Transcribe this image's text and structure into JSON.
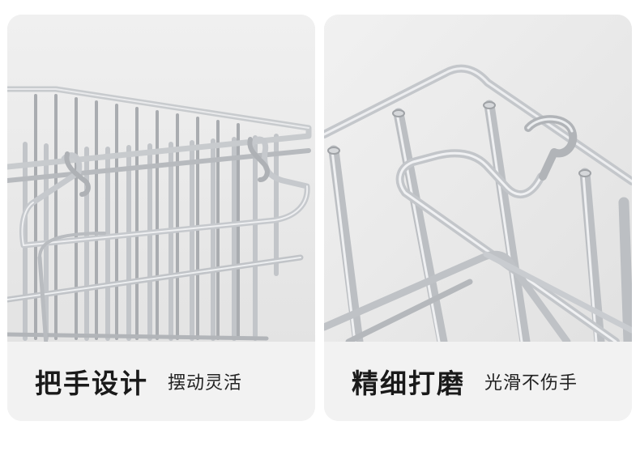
{
  "panels": [
    {
      "title": "把手设计",
      "subtitle": "摆动灵活",
      "image_subject": "stainless-steel-wire-basket-handle"
    },
    {
      "title": "精细打磨",
      "subtitle": "光滑不伤手",
      "image_subject": "stainless-steel-wire-basket-polished-corner"
    }
  ],
  "colors": {
    "card_background": "#ededed",
    "caption_background": "#f2f2f2",
    "title_text": "#1a1a1a",
    "wire": "#b9bcc0"
  }
}
